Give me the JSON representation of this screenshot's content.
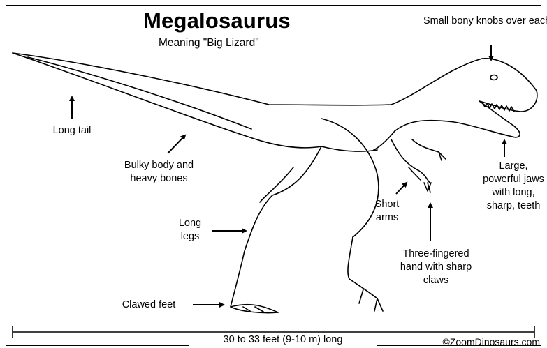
{
  "title": "Megalosaurus",
  "subtitle": "Meaning \"Big Lizard\"",
  "labels": {
    "eye_knobs": "Small bony knobs over each eye",
    "tail": "Long tail",
    "body": "Bulky body and heavy bones",
    "jaws": "Large, powerful jaws with long, sharp, teeth",
    "arms": "Short arms",
    "legs": "Long legs",
    "hand": "Three-fingered hand with sharp claws",
    "feet": "Clawed feet"
  },
  "length_caption": "30 to 33 feet (9-10 m) long",
  "credit": "©ZoomDinosaurs.com"
}
